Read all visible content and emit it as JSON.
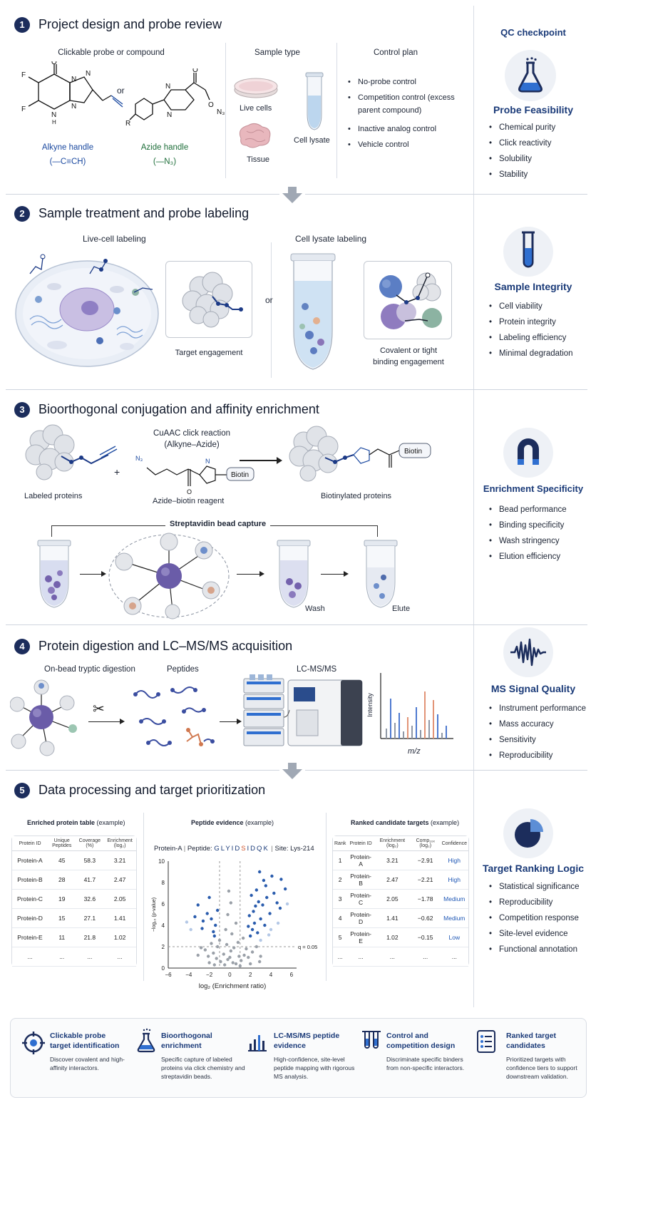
{
  "sections": [
    {
      "number": "1",
      "title": "Project design and probe review"
    },
    {
      "number": "2",
      "title": "Sample treatment and probe labeling"
    },
    {
      "number": "3",
      "title": "Bioorthogonal conjugation and affinity enrichment"
    },
    {
      "number": "4",
      "title": "Protein digestion and LC–MS/MS acquisition"
    },
    {
      "number": "5",
      "title": "Data processing and target prioritization"
    }
  ],
  "s1": {
    "probe_heading": "Clickable probe or compound",
    "or": "or",
    "alkyne_label": "Alkyne handle",
    "alkyne_formula": "(—C≡CH)",
    "azide_label": "Azide handle",
    "azide_formula": "(—N₃)",
    "sample_heading": "Sample type",
    "sample_live": "Live cells",
    "sample_tissue": "Tissue",
    "sample_lysate": "Cell lysate",
    "control_heading": "Control plan",
    "controls": [
      "No-probe control",
      "Competition control (excess parent compound)",
      "Inactive analog control",
      "Vehicle control"
    ],
    "atoms": {
      "f1": "F",
      "f2": "F",
      "o": "O",
      "n1": "N",
      "n2": "N",
      "n3": "N",
      "nh": "N",
      "h": "H",
      "r": "R",
      "o2": "O",
      "n4": "N",
      "n5": "N",
      "o3": "O",
      "n6": "N₃"
    }
  },
  "s2": {
    "live_heading": "Live-cell labeling",
    "or": "or",
    "target_engagement": "Target engagement",
    "lysate_heading": "Cell lysate labeling",
    "covalent": "Covalent or tight binding engagement"
  },
  "s3": {
    "click_title": "CuAAC click reaction",
    "click_sub": "(Alkyne–Azide)",
    "labeled": "Labeled proteins",
    "plus": "+",
    "reagent": "Azide–biotin reagent",
    "biotin": "Biotin",
    "biotin2": "Biotin",
    "biotinylated": "Biotinylated proteins",
    "capture": "Streptavidin bead capture",
    "wash": "Wash",
    "elute": "Elute",
    "reagent_n3": "N₃",
    "ring_n": "N",
    "carbonyl_o": "O"
  },
  "s4": {
    "digestion": "On-bead tryptic digestion",
    "peptides": "Peptides",
    "lcms": "LC-MS/MS",
    "y_axis": "Intensity",
    "x_axis": "m/z",
    "scissors": "✂"
  },
  "s5": {
    "table1_title": "Enriched protein table",
    "table1_suffix": " (example)",
    "table1_headers": [
      "Protein ID",
      "Unique Peptides",
      "Coverage (%)",
      "Enrichment (log₂)"
    ],
    "table1_rows": [
      [
        "Protein-A",
        "45",
        "58.3",
        "3.21"
      ],
      [
        "Protein-B",
        "28",
        "41.7",
        "2.47"
      ],
      [
        "Protein-C",
        "19",
        "32.6",
        "2.05"
      ],
      [
        "Protein-D",
        "15",
        "27.1",
        "1.41"
      ],
      [
        "Protein-E",
        "11",
        "21.8",
        "1.02"
      ],
      [
        "...",
        "...",
        "...",
        "..."
      ]
    ],
    "volcano_title": "Peptide evidence",
    "volcano_suffix": " (example)",
    "peptide_protein": "Protein-A",
    "peptide_label": "Peptide:",
    "peptide_seq": [
      "G",
      "L",
      "Y",
      "I",
      "D",
      "S",
      "I",
      "D",
      "Q",
      "K"
    ],
    "peptide_site": "Site: Lys-214",
    "volcano_ylabel": "−log₁₀ (p-value)",
    "volcano_xlabel": "log₂ (Enrichment ratio)",
    "q_label": "q = 0.05",
    "table2_title": "Ranked candidate targets",
    "table2_suffix": " (example)",
    "table2_headers": [
      "Rank",
      "Protein ID",
      "Enrichment (log₂)",
      "Comp₁₀ₓ (log₂)",
      "Confidence"
    ],
    "table2_rows": [
      [
        "1",
        "Protein-A",
        "3.21",
        "−2.91",
        "High"
      ],
      [
        "2",
        "Protein-B",
        "2.47",
        "−2.21",
        "High"
      ],
      [
        "3",
        "Protein-C",
        "2.05",
        "−1.78",
        "Medium"
      ],
      [
        "4",
        "Protein-D",
        "1.41",
        "−0.62",
        "Medium"
      ],
      [
        "5",
        "Protein-E",
        "1.02",
        "−0.15",
        "Low"
      ],
      [
        "...",
        "...",
        "...",
        "...",
        "..."
      ]
    ]
  },
  "sidebar": {
    "header": "QC checkpoint",
    "blocks": [
      {
        "title": "Probe Feasibility",
        "icon": "flask-icon",
        "items": [
          "Chemical purity",
          "Click reactivity",
          "Solubility",
          "Stability"
        ]
      },
      {
        "title": "Sample Integrity",
        "icon": "test-tube-icon",
        "items": [
          "Cell viability",
          "Protein integrity",
          "Labeling efficiency",
          "Minimal degradation"
        ]
      },
      {
        "title": "Enrichment Specificity",
        "icon": "magnet-icon",
        "items": [
          "Bead performance",
          "Binding specificity",
          "Wash stringency",
          "Elution efficiency"
        ]
      },
      {
        "title": "MS Signal Quality",
        "icon": "waveform-icon",
        "items": [
          "Instrument performance",
          "Mass accuracy",
          "Sensitivity",
          "Reproducibility"
        ]
      },
      {
        "title": "Target Ranking Logic",
        "icon": "pie-chart-icon",
        "items": [
          "Statistical significance",
          "Reproducibility",
          "Competition response",
          "Site-level evidence",
          "Functional annotation"
        ]
      }
    ]
  },
  "features": [
    {
      "icon": "target-icon",
      "title": "Clickable probe target identification",
      "desc": "Discover covalent and high-affinity interactors."
    },
    {
      "icon": "flask-icon",
      "title": "Bioorthogonal enrichment",
      "desc": "Specific capture of labeled proteins via click chemistry and streptavidin beads."
    },
    {
      "icon": "bar-chart-icon",
      "title": "LC-MS/MS peptide evidence",
      "desc": "High-confidence, site-level peptide mapping with rigorous MS analysis."
    },
    {
      "icon": "test-tubes-icon",
      "title": "Control and competition design",
      "desc": "Discriminate specific binders from non-specific interactors."
    },
    {
      "icon": "checklist-icon",
      "title": "Ranked target candidates",
      "desc": "Prioritized targets with confidence tiers to support downstream validation."
    }
  ],
  "chart_data": {
    "type": "scatter",
    "title": "Peptide evidence",
    "xlabel": "log₂ (Enrichment ratio)",
    "ylabel": "−log₁₀ (p-value)",
    "xlim": [
      -6,
      6.5
    ],
    "ylim": [
      0,
      10
    ],
    "x_ticks": [
      "−6",
      "−4",
      "−2",
      "0",
      "2",
      "4",
      "6"
    ],
    "y_ticks": [
      "0",
      "2",
      "4",
      "6",
      "8",
      "10"
    ],
    "threshold_y": 2,
    "threshold_x": [
      -1,
      1
    ],
    "series": [
      {
        "color": "#9aa0a8",
        "points": [
          [
            -0.5,
            0.3
          ],
          [
            0.3,
            0.5
          ],
          [
            -0.2,
            0.8
          ],
          [
            0.6,
            0.4
          ],
          [
            -0.9,
            0.6
          ],
          [
            1.1,
            0.7
          ],
          [
            -1.3,
            0.9
          ],
          [
            0.9,
            1.1
          ],
          [
            -0.6,
            1.3
          ],
          [
            0.1,
            1.6
          ],
          [
            1.4,
            1.2
          ],
          [
            -1.6,
            1.4
          ],
          [
            1.8,
            1.0
          ],
          [
            -2.1,
            1.1
          ],
          [
            0.4,
            1.9
          ],
          [
            -0.3,
            2.2
          ],
          [
            2.2,
            1.5
          ],
          [
            -2.4,
            1.7
          ],
          [
            0.8,
            2.4
          ],
          [
            -1.0,
            2.6
          ],
          [
            1.3,
            2.8
          ],
          [
            -1.8,
            2.3
          ],
          [
            2.6,
            2.0
          ],
          [
            -2.8,
            1.9
          ],
          [
            0.2,
            3.2
          ],
          [
            -0.4,
            3.6
          ],
          [
            0.6,
            4.2
          ],
          [
            -0.2,
            5.0
          ],
          [
            0.1,
            6.1
          ],
          [
            -0.1,
            7.2
          ],
          [
            1.6,
            1.8
          ],
          [
            -1.2,
            2.0
          ],
          [
            0.0,
            1.0
          ],
          [
            2.0,
            0.4
          ],
          [
            -2.0,
            0.5
          ],
          [
            3.0,
            1.1
          ],
          [
            -3.1,
            1.2
          ],
          [
            1.0,
            0.2
          ],
          [
            -1.5,
            0.3
          ],
          [
            2.9,
            0.6
          ]
        ]
      },
      {
        "color": "#2a5cad",
        "points": [
          [
            2.0,
            3.0
          ],
          [
            2.2,
            3.6
          ],
          [
            2.4,
            4.2
          ],
          [
            2.7,
            3.3
          ],
          [
            3.0,
            4.6
          ],
          [
            1.9,
            4.9
          ],
          [
            2.3,
            5.3
          ],
          [
            3.2,
            5.9
          ],
          [
            2.8,
            6.2
          ],
          [
            3.6,
            6.6
          ],
          [
            4.3,
            7.0
          ],
          [
            4.6,
            6.1
          ],
          [
            3.5,
            7.7
          ],
          [
            2.6,
            7.3
          ],
          [
            3.9,
            5.1
          ],
          [
            4.9,
            5.6
          ],
          [
            2.1,
            6.8
          ],
          [
            3.3,
            8.2
          ],
          [
            5.4,
            7.4
          ],
          [
            4.1,
            8.6
          ],
          [
            2.9,
            9.0
          ],
          [
            1.8,
            3.9
          ],
          [
            2.5,
            5.8
          ],
          [
            3.4,
            4.0
          ],
          [
            5.0,
            8.3
          ],
          [
            -1.4,
            4.0
          ],
          [
            -1.8,
            4.6
          ],
          [
            -2.2,
            5.1
          ],
          [
            -1.6,
            3.4
          ],
          [
            -2.6,
            4.4
          ],
          [
            -1.2,
            5.4
          ],
          [
            -3.1,
            5.9
          ],
          [
            -2.0,
            6.6
          ],
          [
            -1.5,
            3.0
          ],
          [
            -3.4,
            4.8
          ],
          [
            -2.7,
            3.7
          ]
        ]
      },
      {
        "color": "#b4c8e6",
        "points": [
          [
            4.0,
            3.6
          ],
          [
            4.7,
            4.2
          ],
          [
            3.8,
            3.1
          ],
          [
            5.6,
            6.0
          ],
          [
            3.0,
            2.6
          ],
          [
            -3.8,
            3.6
          ],
          [
            -4.2,
            4.3
          ]
        ]
      }
    ]
  }
}
